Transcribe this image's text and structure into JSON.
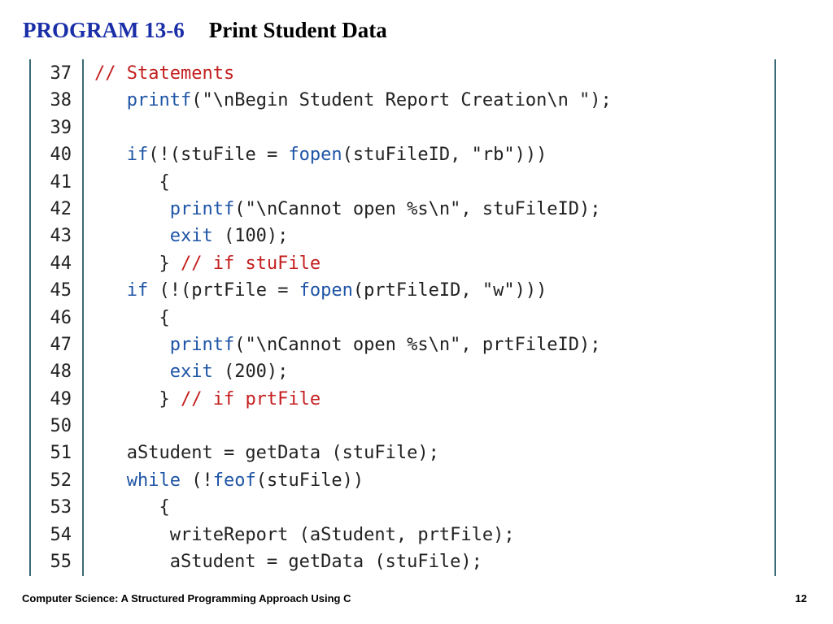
{
  "header": {
    "program_number": "PROGRAM 13-6",
    "program_title": "Print Student Data"
  },
  "colors": {
    "title_blue": "#1a2ea8",
    "keyword_blue": "#1f55a6",
    "comment_red": "#c41e1e",
    "frame_teal": "#3b6a78"
  },
  "code_lines": [
    {
      "ln": "37",
      "tokens": [
        {
          "t": "// Statements",
          "c": "cm"
        }
      ]
    },
    {
      "ln": "38",
      "tokens": [
        {
          "t": "   "
        },
        {
          "t": "printf",
          "c": "kw"
        },
        {
          "t": "(\"\\nBegin Student Report Creation\\n \");"
        }
      ]
    },
    {
      "ln": "39",
      "tokens": []
    },
    {
      "ln": "40",
      "tokens": [
        {
          "t": "   "
        },
        {
          "t": "if",
          "c": "kw"
        },
        {
          "t": "(!(stuFile = "
        },
        {
          "t": "fopen",
          "c": "kw"
        },
        {
          "t": "(stuFileID, \"rb\")))"
        }
      ]
    },
    {
      "ln": "41",
      "tokens": [
        {
          "t": "      {"
        }
      ]
    },
    {
      "ln": "42",
      "tokens": [
        {
          "t": "       "
        },
        {
          "t": "printf",
          "c": "kw"
        },
        {
          "t": "(\"\\nCannot open %s\\n\", stuFileID);"
        }
      ]
    },
    {
      "ln": "43",
      "tokens": [
        {
          "t": "       "
        },
        {
          "t": "exit",
          "c": "kw"
        },
        {
          "t": " (100);"
        }
      ]
    },
    {
      "ln": "44",
      "tokens": [
        {
          "t": "      } "
        },
        {
          "t": "// if stuFile",
          "c": "cm"
        }
      ]
    },
    {
      "ln": "45",
      "tokens": [
        {
          "t": "   "
        },
        {
          "t": "if",
          "c": "kw"
        },
        {
          "t": " (!(prtFile = "
        },
        {
          "t": "fopen",
          "c": "kw"
        },
        {
          "t": "(prtFileID, \"w\")))"
        }
      ]
    },
    {
      "ln": "46",
      "tokens": [
        {
          "t": "      {"
        }
      ]
    },
    {
      "ln": "47",
      "tokens": [
        {
          "t": "       "
        },
        {
          "t": "printf",
          "c": "kw"
        },
        {
          "t": "(\"\\nCannot open %s\\n\", prtFileID);"
        }
      ]
    },
    {
      "ln": "48",
      "tokens": [
        {
          "t": "       "
        },
        {
          "t": "exit",
          "c": "kw"
        },
        {
          "t": " (200);"
        }
      ]
    },
    {
      "ln": "49",
      "tokens": [
        {
          "t": "      } "
        },
        {
          "t": "// if prtFile",
          "c": "cm"
        }
      ]
    },
    {
      "ln": "50",
      "tokens": []
    },
    {
      "ln": "51",
      "tokens": [
        {
          "t": "   aStudent = getData (stuFile);"
        }
      ]
    },
    {
      "ln": "52",
      "tokens": [
        {
          "t": "   "
        },
        {
          "t": "while",
          "c": "kw"
        },
        {
          "t": " (!"
        },
        {
          "t": "feof",
          "c": "kw"
        },
        {
          "t": "(stuFile))"
        }
      ]
    },
    {
      "ln": "53",
      "tokens": [
        {
          "t": "      {"
        }
      ]
    },
    {
      "ln": "54",
      "tokens": [
        {
          "t": "       writeReport (aStudent, prtFile);"
        }
      ]
    },
    {
      "ln": "55",
      "tokens": [
        {
          "t": "       aStudent = getData (stuFile);"
        }
      ]
    }
  ],
  "footer": {
    "book_title": "Computer Science: A Structured Programming Approach Using C",
    "page_number": "12"
  }
}
